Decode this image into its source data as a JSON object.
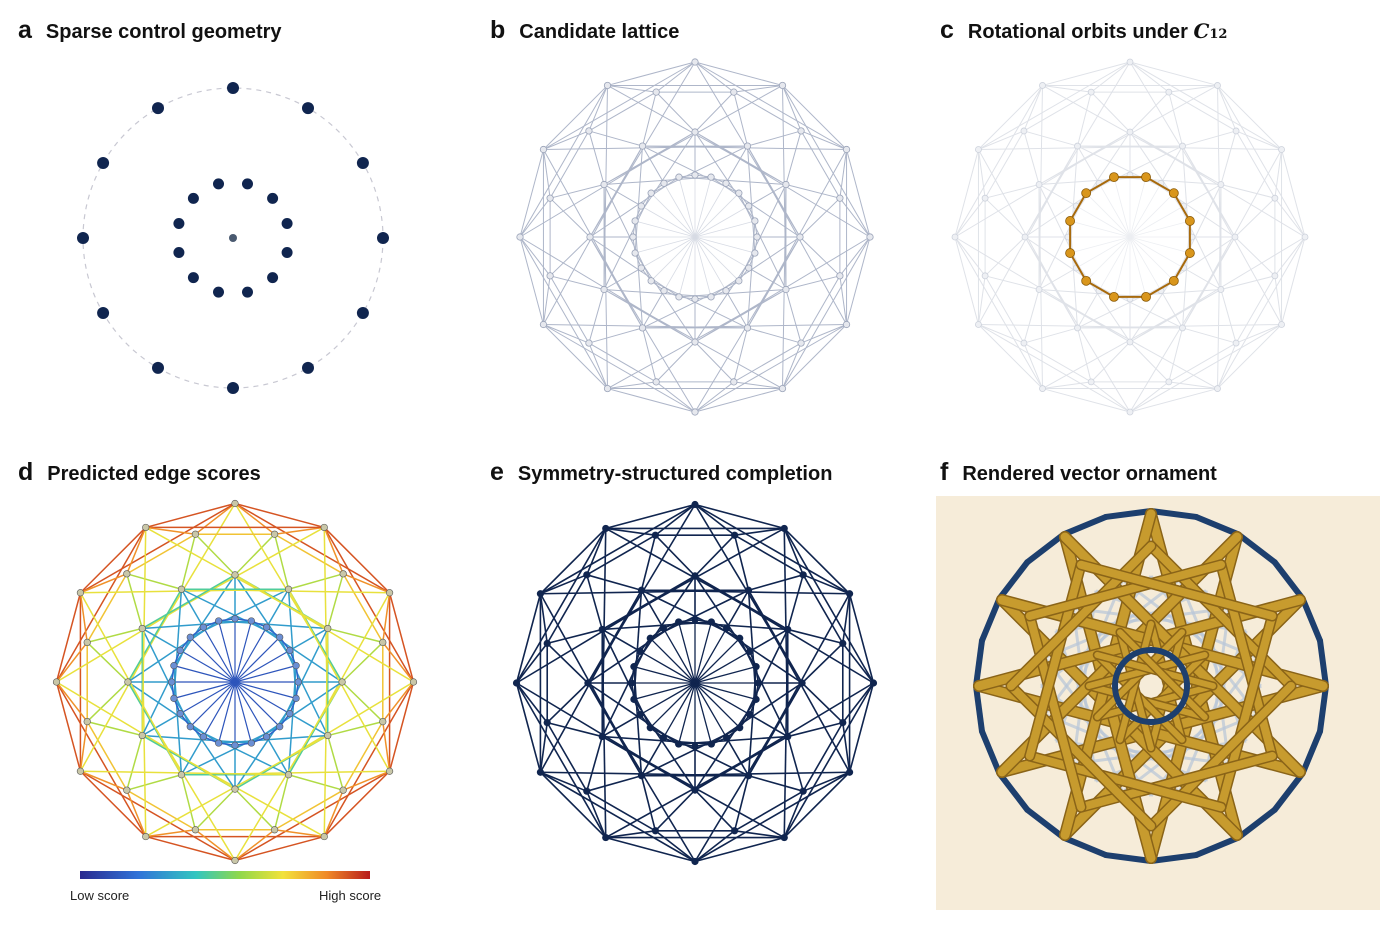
{
  "panels": [
    {
      "letter": "a",
      "title": "Sparse control geometry"
    },
    {
      "letter": "b",
      "title": "Candidate lattice"
    },
    {
      "letter": "c",
      "title": "Rotational orbits under ",
      "symbol": "C",
      "symbol_sub": "12"
    },
    {
      "letter": "d",
      "title": "Predicted edge scores"
    },
    {
      "letter": "e",
      "title": "Symmetry-structured completion"
    },
    {
      "letter": "f",
      "title": "Rendered vector ornament"
    }
  ],
  "colorbar": {
    "low_label": "Low score",
    "high_label": "High score"
  },
  "colors": {
    "navy": "#10254f",
    "lattice": "#aeb6c9",
    "lattice_faint": "#d7dbe4",
    "orbit": "#d9961c",
    "gold": "#c79b2e",
    "gold_dark": "#8a6418",
    "ornament_bg": "#f6ecd9"
  },
  "icons": [
    "dashed-circle-icon"
  ]
}
